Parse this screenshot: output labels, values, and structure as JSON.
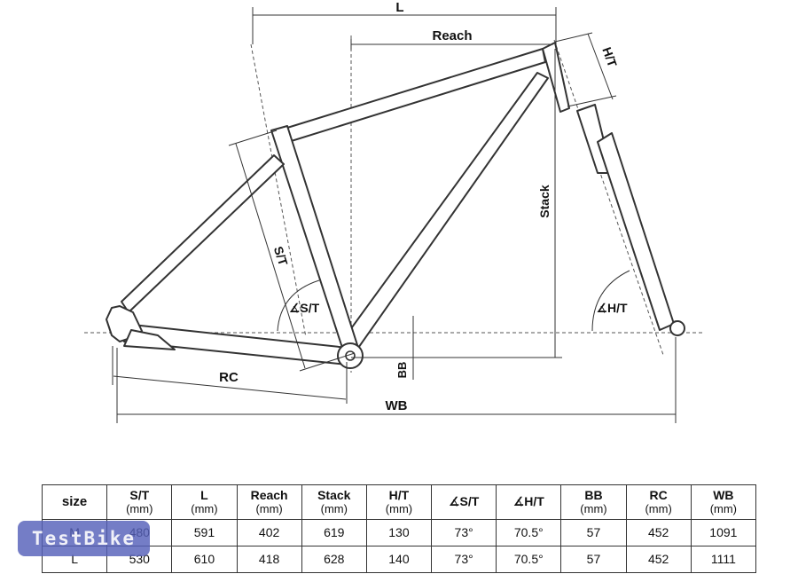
{
  "diagram_labels": {
    "l": "L",
    "reach": "Reach",
    "head_tube": "H/T",
    "stack": "Stack",
    "seat_tube": "S/T",
    "seat_angle": "∡S/T",
    "head_angle": "∡H/T",
    "bb": "BB",
    "rc": "RC",
    "wb": "WB"
  },
  "table": {
    "headers": [
      {
        "label": "size",
        "unit": ""
      },
      {
        "label": "S/T",
        "unit": "(mm)"
      },
      {
        "label": "L",
        "unit": "(mm)"
      },
      {
        "label": "Reach",
        "unit": "(mm)"
      },
      {
        "label": "Stack",
        "unit": "(mm)"
      },
      {
        "label": "H/T",
        "unit": "(mm)"
      },
      {
        "label": "∡S/T",
        "unit": ""
      },
      {
        "label": "∡H/T",
        "unit": ""
      },
      {
        "label": "BB",
        "unit": "(mm)"
      },
      {
        "label": "RC",
        "unit": "(mm)"
      },
      {
        "label": "WB",
        "unit": "(mm)"
      }
    ],
    "rows": [
      [
        "M",
        "480",
        "591",
        "402",
        "619",
        "130",
        "73°",
        "70.5°",
        "57",
        "452",
        "1091"
      ],
      [
        "L",
        "530",
        "610",
        "418",
        "628",
        "140",
        "73°",
        "70.5°",
        "57",
        "452",
        "1111"
      ]
    ]
  },
  "watermark": {
    "text": "TestBike",
    "color": "#5660ba"
  }
}
